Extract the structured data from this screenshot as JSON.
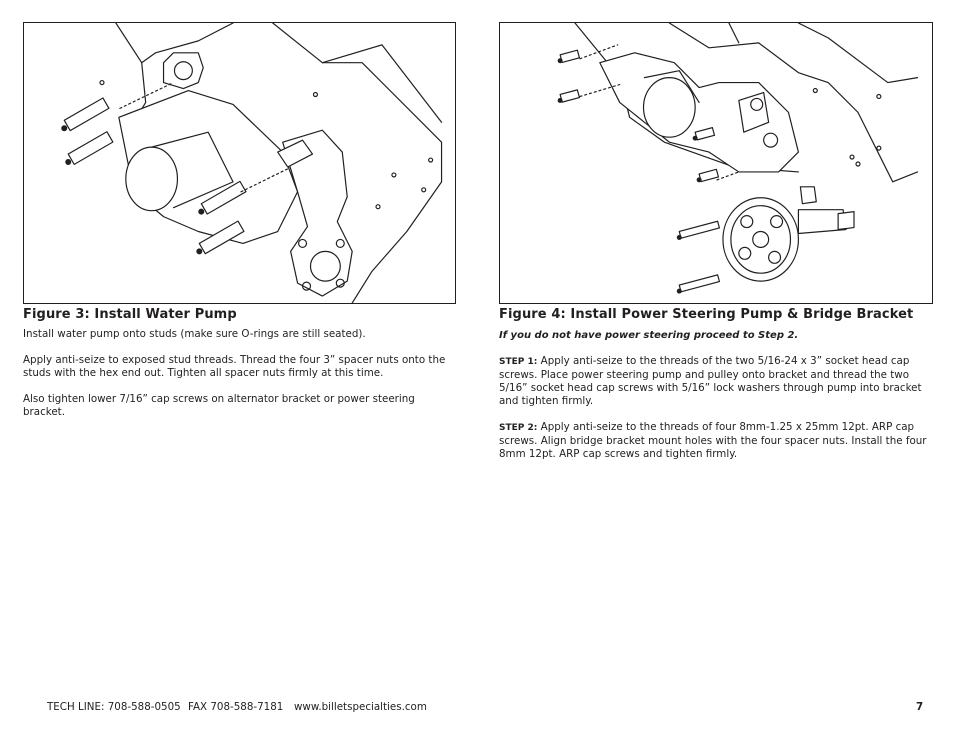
{
  "left": {
    "title": "Figure 3: Install Water Pump",
    "paragraphs": [
      "Install water pump onto studs (make sure O-rings are still seated).",
      "Apply anti-seize to exposed stud threads. Thread the four 3” spacer nuts onto the studs with the hex end out. Tighten all spacer nuts firmly at this time.",
      "Also tighten lower 7/16” cap screws on alternator bracket or power steering bracket."
    ]
  },
  "right": {
    "title": "Figure 4: Install Power Steering Pump & Bridge Bracket",
    "note": "If you do not have power steering proceed to Step 2.",
    "step1_label": "STEP 1:",
    "step1_text": " Apply anti-seize to the threads of the two 5/16-24 x 3” socket head cap screws. Place power steering pump and pulley onto bracket and thread the two 5/16” socket head cap screws with 5/16” lock washers through pump into bracket and tighten firmly.",
    "step2_label": "STEP 2:",
    "step2_text": " Apply anti-seize to the threads of four 8mm-1.25 x 25mm 12pt. ARP cap screws. Align bridge bracket mount holes with the four spacer nuts. Install the four 8mm 12pt. ARP cap screws and tighten firmly."
  },
  "footer": {
    "tech_line": "TECH LINE: 708-588-0505",
    "fax": "FAX 708-588-7181",
    "website": "www.billetspecialties.com",
    "page_number": "7"
  }
}
